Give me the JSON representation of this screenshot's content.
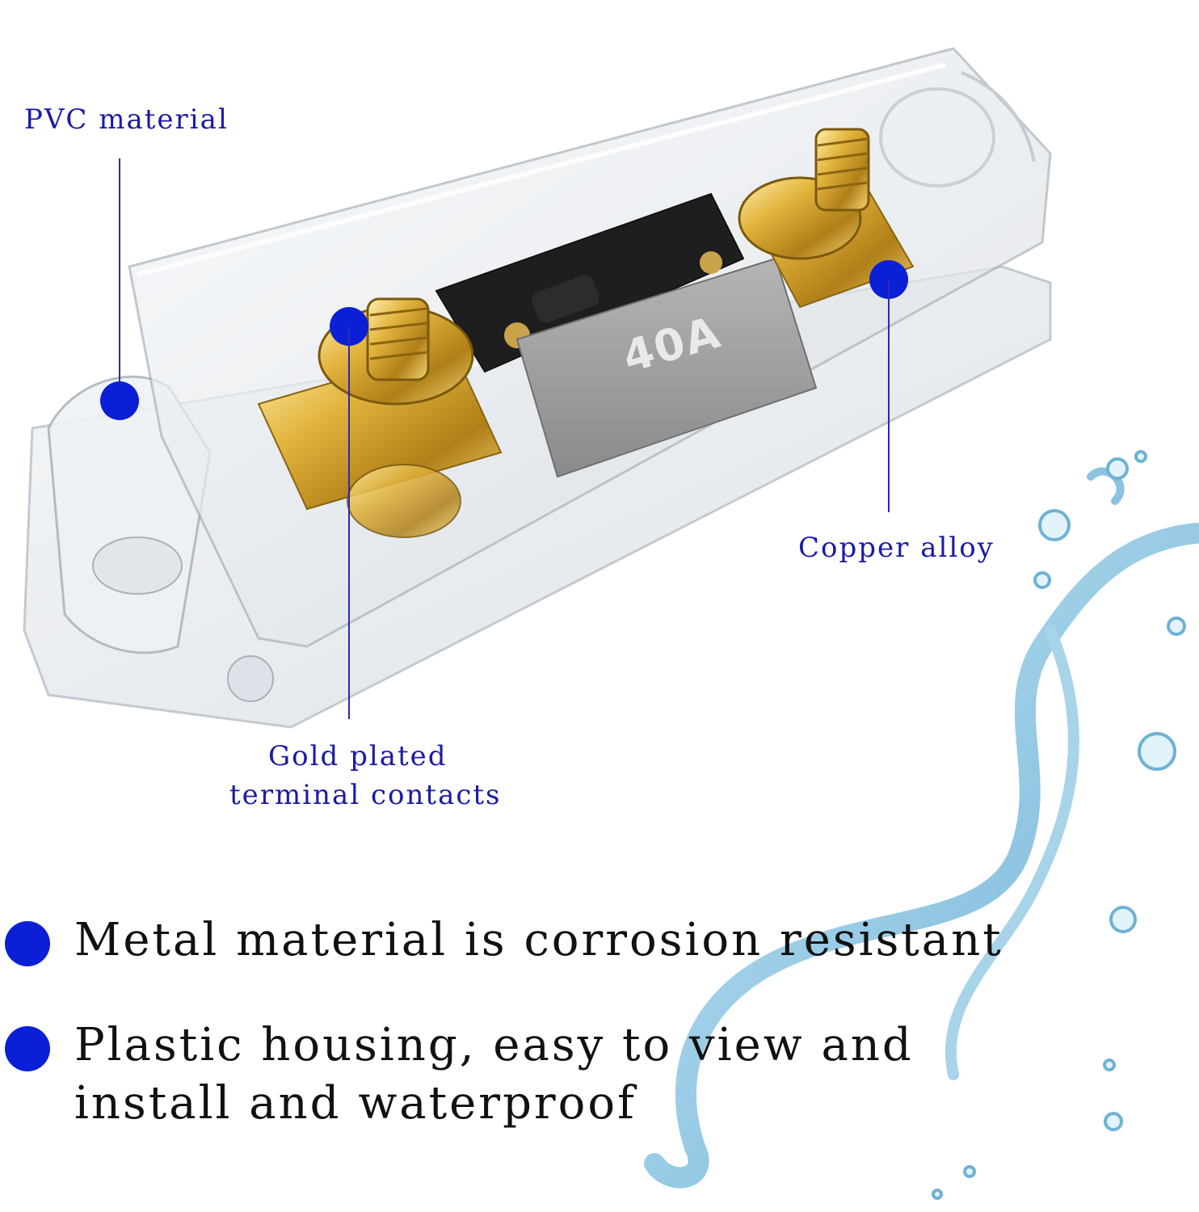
{
  "callouts": {
    "pvc": "PVC material",
    "copper": "Copper alloy",
    "gold_line1": "Gold plated",
    "gold_line2": "terminal contacts"
  },
  "fuse_rating": "40A",
  "features": [
    "Metal material is corrosion resistant",
    "Plastic housing, easy to view and\ninstall and waterproof"
  ],
  "colors": {
    "accent_blue": "#0a1fd6",
    "callout_text": "#1a1aa8",
    "body_text": "#111111"
  },
  "icons": {
    "splash": "water-splash-icon",
    "bubble": "water-drop-icon"
  }
}
